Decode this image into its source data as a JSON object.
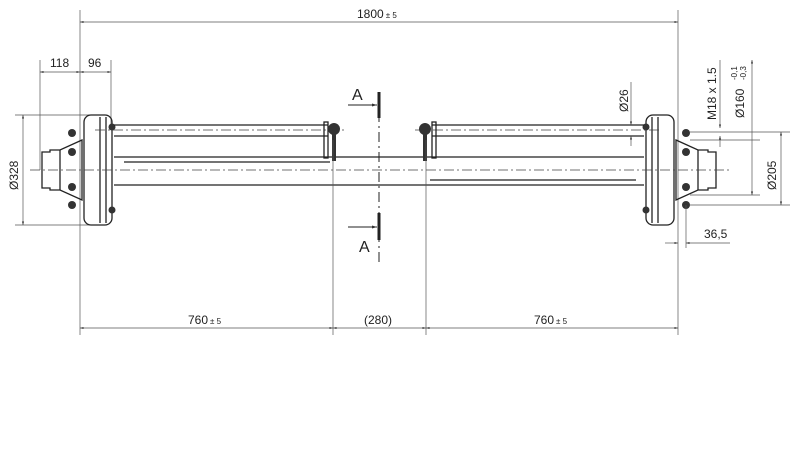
{
  "drawing": {
    "overall_length": {
      "value": "1800",
      "tolerance": "± 5"
    },
    "hub_offset_left": "118",
    "hub_width_left": "96",
    "drum_diameter": "Ø328",
    "spring_seat_diameter": "Ø26",
    "thread": "M18 x 1.5",
    "bearing_diameter": {
      "value": "Ø160",
      "tol_upper": "-0,1",
      "tol_lower": "-0,3"
    },
    "pcd": "Ø205",
    "stud_offset": "36,5",
    "section_label": "A",
    "spring_distance_left": {
      "value": "760",
      "tolerance": "± 5"
    },
    "spring_center": "(280)",
    "spring_distance_right": {
      "value": "760",
      "tolerance": "± 5"
    }
  }
}
